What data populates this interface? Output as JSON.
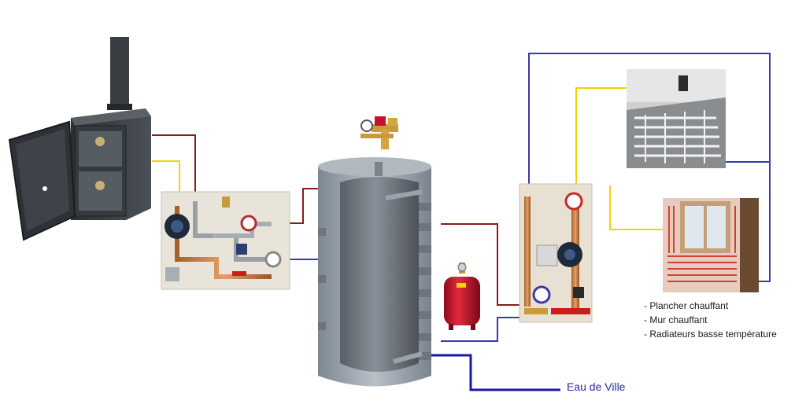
{
  "legend_items": [
    "- Plancher chauffant",
    "- Mur chauffant",
    "- Radiateurs basse température"
  ],
  "water_supply_label": "Eau de Ville",
  "colors": {
    "hot_pipe": "#8b1a1a",
    "cold_pipe": "#3a3aa8",
    "yellow_pipe": "#f0d400",
    "water_supply_pipe": "#1a1aa0",
    "tank_outer": "#9aa3ad",
    "expansion_vessel": "#c8102e"
  },
  "components": {
    "stove": "wood-stove",
    "stove_pump_station": "boiler-pump-station",
    "safety_group": "safety-valve-group",
    "buffer_tank": "buffer-tank",
    "expansion_vessel": "expansion-vessel",
    "heating_pump_station": "heating-pump-station",
    "floor_heating_photo": "underfloor-heating-photo",
    "wall_heating_photo": "wall-heating-photo"
  }
}
